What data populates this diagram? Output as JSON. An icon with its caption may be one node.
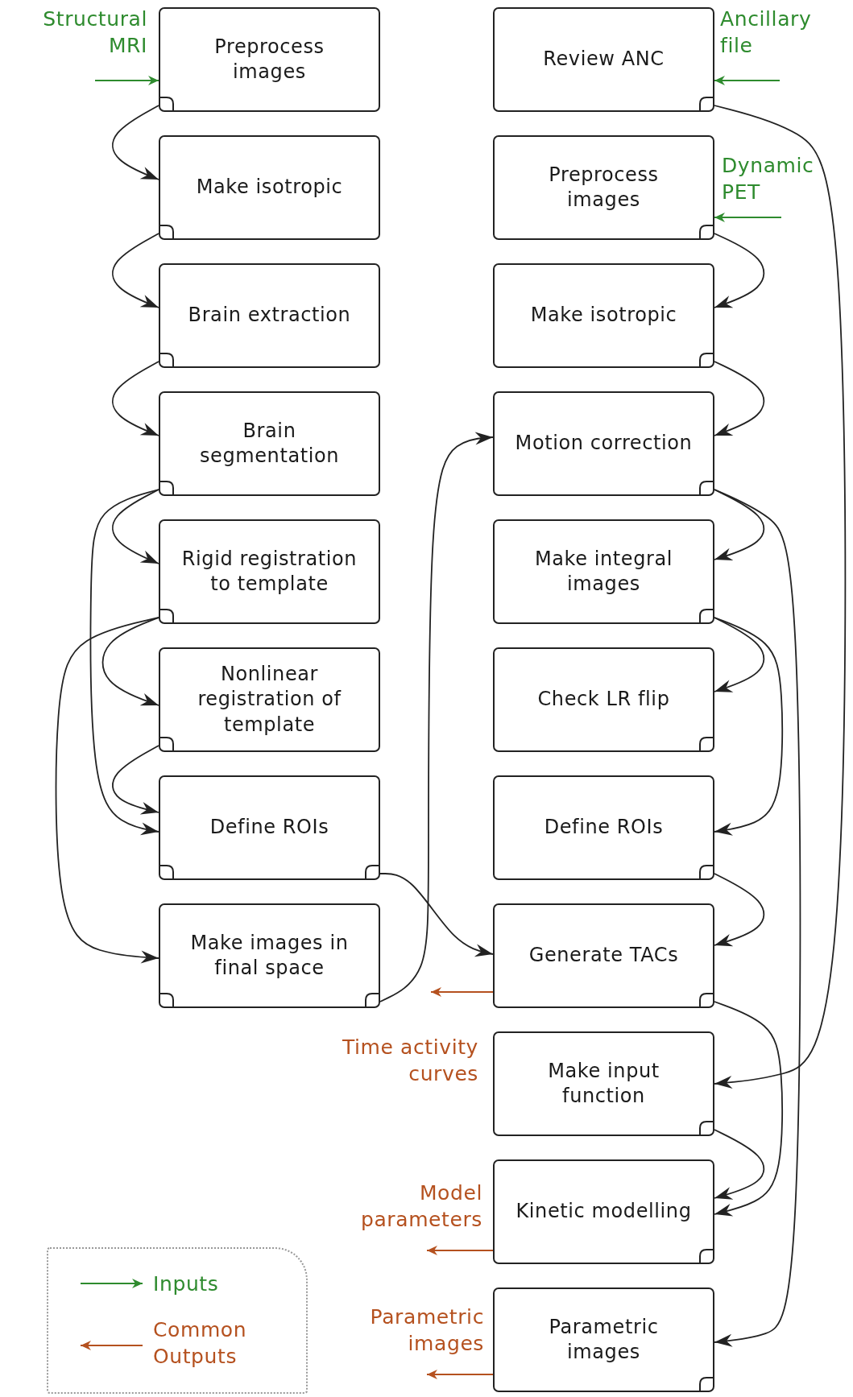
{
  "diagram": {
    "nodes": [
      {
        "text": [
          "Preprocess images"
        ]
      },
      {
        "text": [
          "Make isotropic"
        ]
      },
      {
        "text": [
          "Brain extraction"
        ]
      },
      {
        "text": [
          "Brain segmentation"
        ]
      },
      {
        "text": [
          "Rigid registration to template"
        ]
      },
      {
        "text": [
          "Nonlinear registration of template"
        ]
      },
      {
        "text": [
          "Define ROIs"
        ]
      },
      {
        "text": [
          "Make images in final space"
        ]
      },
      {
        "text": [
          "Review ANC"
        ]
      },
      {
        "text": [
          "Preprocess images"
        ]
      },
      {
        "text": [
          "Make isotropic"
        ]
      },
      {
        "text": [
          "Motion correction"
        ]
      },
      {
        "text": [
          "Make integral images"
        ]
      },
      {
        "text": [
          "Check LR flip"
        ]
      },
      {
        "text": [
          "Define ROIs"
        ]
      },
      {
        "text": [
          "Generate TACs"
        ]
      },
      {
        "text": [
          "Make input function"
        ]
      },
      {
        "text": [
          "Kinetic modelling"
        ]
      },
      {
        "text": [
          "Parametric images"
        ]
      },
      {
        "text": [
          "Structural MRI"
        ]
      },
      {
        "text": [
          "Ancillary file"
        ]
      },
      {
        "text": [
          "Dynamic PET"
        ]
      },
      {
        "text": [
          "Time activity curves"
        ]
      },
      {
        "text": [
          "Model parameters"
        ]
      },
      {
        "text": [
          "Parametric images"
        ]
      }
    ],
    "edges": [
      {
        "from": 0,
        "to": 1,
        "arrow": "to"
      },
      {
        "from": 1,
        "to": 2,
        "arrow": "to"
      },
      {
        "from": 2,
        "to": 3,
        "arrow": "to"
      },
      {
        "from": 3,
        "to": 4,
        "arrow": "to"
      },
      {
        "from": 3,
        "to": 6,
        "arrow": "to"
      },
      {
        "from": 4,
        "to": 5,
        "arrow": "to"
      },
      {
        "from": 4,
        "to": 7,
        "arrow": "to"
      },
      {
        "from": 5,
        "to": 6,
        "arrow": "to"
      },
      {
        "from": 6,
        "to": 15,
        "arrow": "to"
      },
      {
        "from": 7,
        "to": 11,
        "arrow": "to"
      },
      {
        "from": 8,
        "to": 16,
        "arrow": "to"
      },
      {
        "from": 9,
        "to": 10,
        "arrow": "to"
      },
      {
        "from": 10,
        "to": 11,
        "arrow": "to"
      },
      {
        "from": 11,
        "to": 12,
        "arrow": "to"
      },
      {
        "from": 11,
        "to": 18,
        "arrow": "to"
      },
      {
        "from": 12,
        "to": 13,
        "arrow": "to"
      },
      {
        "from": 12,
        "to": 14,
        "arrow": "to"
      },
      {
        "from": 14,
        "to": 15,
        "arrow": "to"
      },
      {
        "from": 15,
        "to": 17,
        "arrow": "to"
      },
      {
        "from": 16,
        "to": 17,
        "arrow": "to"
      },
      {
        "from": 19,
        "to": 0,
        "arrow": "to",
        "color": "#2e8b2e"
      },
      {
        "from": 20,
        "to": 8,
        "arrow": "to",
        "color": "#2e8b2e"
      },
      {
        "from": 21,
        "to": 9,
        "arrow": "to",
        "color": "#2e8b2e"
      },
      {
        "from": 15,
        "to": 22,
        "arrow": "to",
        "color": "#b5511f"
      },
      {
        "from": 17,
        "to": 23,
        "arrow": "to",
        "color": "#b5511f"
      },
      {
        "from": 18,
        "to": 24,
        "arrow": "to",
        "color": "#b5511f"
      }
    ],
    "legend": [
      {
        "text": "Inputs"
      },
      {
        "text": "Common Outputs"
      }
    ]
  }
}
